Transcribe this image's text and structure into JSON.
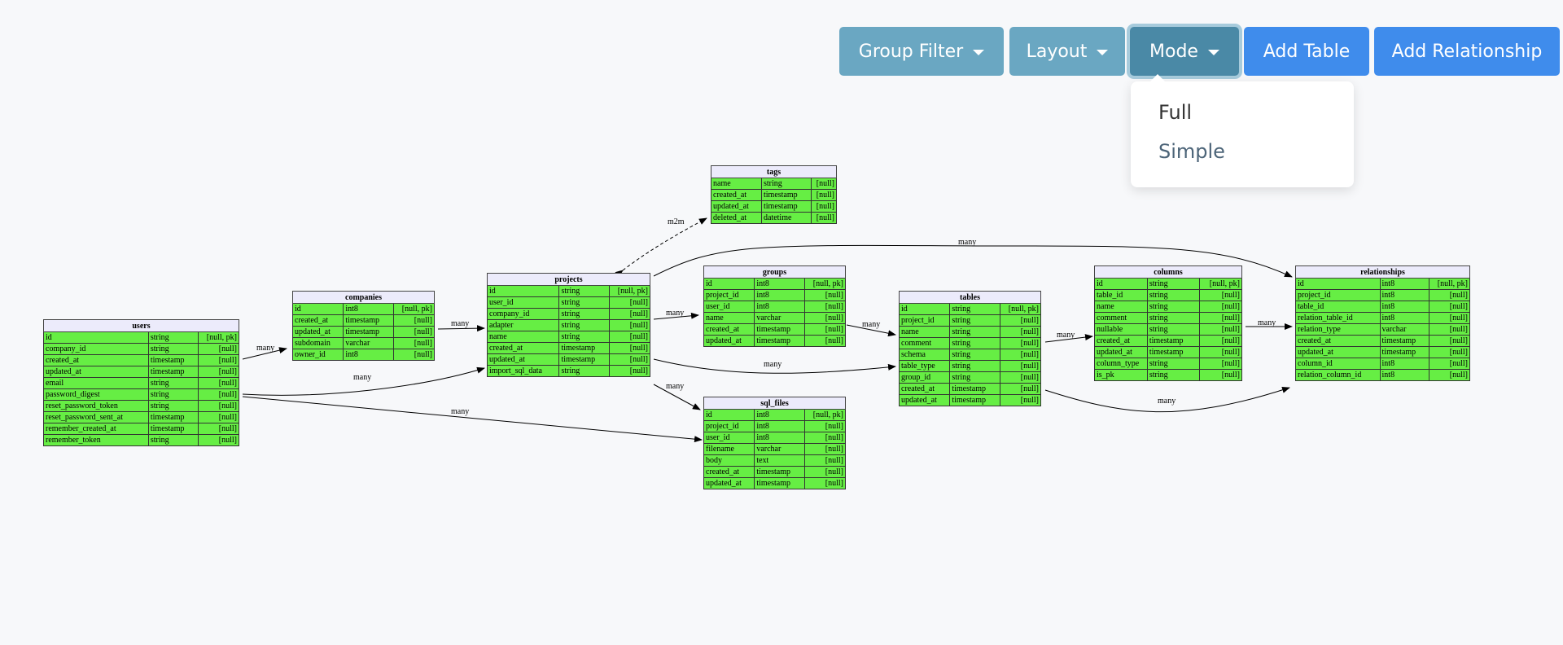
{
  "toolbar": {
    "group_filter": "Group Filter",
    "layout": "Layout",
    "mode": "Mode",
    "add_table": "Add Table",
    "add_relationship": "Add Relationship"
  },
  "mode_dropdown": {
    "items": [
      "Full",
      "Simple"
    ],
    "selected": "Full"
  },
  "tables": {
    "users": {
      "name": "users",
      "columns": [
        [
          "id",
          "string",
          "[null, pk]"
        ],
        [
          "company_id",
          "string",
          "[null]"
        ],
        [
          "created_at",
          "timestamp",
          "[null]"
        ],
        [
          "updated_at",
          "timestamp",
          "[null]"
        ],
        [
          "email",
          "string",
          "[null]"
        ],
        [
          "password_digest",
          "string",
          "[null]"
        ],
        [
          "reset_password_token",
          "string",
          "[null]"
        ],
        [
          "reset_password_sent_at",
          "timestamp",
          "[null]"
        ],
        [
          "remember_created_at",
          "timestamp",
          "[null]"
        ],
        [
          "remember_token",
          "string",
          "[null]"
        ]
      ]
    },
    "companies": {
      "name": "companies",
      "columns": [
        [
          "id",
          "int8",
          "[null, pk]"
        ],
        [
          "created_at",
          "timestamp",
          "[null]"
        ],
        [
          "updated_at",
          "timestamp",
          "[null]"
        ],
        [
          "subdomain",
          "varchar",
          "[null]"
        ],
        [
          "owner_id",
          "int8",
          "[null]"
        ]
      ]
    },
    "projects": {
      "name": "projects",
      "columns": [
        [
          "id",
          "string",
          "[null, pk]"
        ],
        [
          "user_id",
          "string",
          "[null]"
        ],
        [
          "company_id",
          "string",
          "[null]"
        ],
        [
          "adapter",
          "string",
          "[null]"
        ],
        [
          "name",
          "string",
          "[null]"
        ],
        [
          "created_at",
          "timestamp",
          "[null]"
        ],
        [
          "updated_at",
          "timestamp",
          "[null]"
        ],
        [
          "import_sql_data",
          "string",
          "[null]"
        ]
      ]
    },
    "tags": {
      "name": "tags",
      "columns": [
        [
          "name",
          "string",
          "[null]"
        ],
        [
          "created_at",
          "timestamp",
          "[null]"
        ],
        [
          "updated_at",
          "timestamp",
          "[null]"
        ],
        [
          "deleted_at",
          "datetime",
          "[null]"
        ]
      ]
    },
    "groups": {
      "name": "groups",
      "columns": [
        [
          "id",
          "int8",
          "[null, pk]"
        ],
        [
          "project_id",
          "int8",
          "[null]"
        ],
        [
          "user_id",
          "int8",
          "[null]"
        ],
        [
          "name",
          "varchar",
          "[null]"
        ],
        [
          "created_at",
          "timestamp",
          "[null]"
        ],
        [
          "updated_at",
          "timestamp",
          "[null]"
        ]
      ]
    },
    "sql_files": {
      "name": "sql_files",
      "columns": [
        [
          "id",
          "int8",
          "[null, pk]"
        ],
        [
          "project_id",
          "int8",
          "[null]"
        ],
        [
          "user_id",
          "int8",
          "[null]"
        ],
        [
          "filename",
          "varchar",
          "[null]"
        ],
        [
          "body",
          "text",
          "[null]"
        ],
        [
          "created_at",
          "timestamp",
          "[null]"
        ],
        [
          "updated_at",
          "timestamp",
          "[null]"
        ]
      ]
    },
    "tables": {
      "name": "tables",
      "columns": [
        [
          "id",
          "string",
          "[null, pk]"
        ],
        [
          "project_id",
          "string",
          "[null]"
        ],
        [
          "name",
          "string",
          "[null]"
        ],
        [
          "comment",
          "string",
          "[null]"
        ],
        [
          "schema",
          "string",
          "[null]"
        ],
        [
          "table_type",
          "string",
          "[null]"
        ],
        [
          "group_id",
          "string",
          "[null]"
        ],
        [
          "created_at",
          "timestamp",
          "[null]"
        ],
        [
          "updated_at",
          "timestamp",
          "[null]"
        ]
      ]
    },
    "columns": {
      "name": "columns",
      "columns": [
        [
          "id",
          "string",
          "[null, pk]"
        ],
        [
          "table_id",
          "string",
          "[null]"
        ],
        [
          "name",
          "string",
          "[null]"
        ],
        [
          "comment",
          "string",
          "[null]"
        ],
        [
          "nullable",
          "string",
          "[null]"
        ],
        [
          "created_at",
          "timestamp",
          "[null]"
        ],
        [
          "updated_at",
          "timestamp",
          "[null]"
        ],
        [
          "column_type",
          "string",
          "[null]"
        ],
        [
          "is_pk",
          "string",
          "[null]"
        ]
      ]
    },
    "relationships": {
      "name": "relationships",
      "columns": [
        [
          "id",
          "int8",
          "[null, pk]"
        ],
        [
          "project_id",
          "int8",
          "[null]"
        ],
        [
          "table_id",
          "int8",
          "[null]"
        ],
        [
          "relation_table_id",
          "int8",
          "[null]"
        ],
        [
          "relation_type",
          "varchar",
          "[null]"
        ],
        [
          "created_at",
          "timestamp",
          "[null]"
        ],
        [
          "updated_at",
          "timestamp",
          "[null]"
        ],
        [
          "column_id",
          "int8",
          "[null]"
        ],
        [
          "relation_column_id",
          "int8",
          "[null]"
        ]
      ]
    }
  },
  "relation_labels": {
    "users_companies": "many",
    "users_projects": "many",
    "users_sql_files": "many",
    "companies_projects": "many",
    "projects_tags": "m2m",
    "projects_groups": "many",
    "projects_tables": "many",
    "projects_sql_files": "many",
    "projects_relationships": "many",
    "groups_tables": "many",
    "tables_columns": "many",
    "tables_relationships": "many",
    "columns_relationships": "many"
  },
  "colors": {
    "button_secondary": "#6aa7c2",
    "button_primary": "#3f8cec",
    "column_row": "#66ee44",
    "table_header": "#ecebfb"
  }
}
